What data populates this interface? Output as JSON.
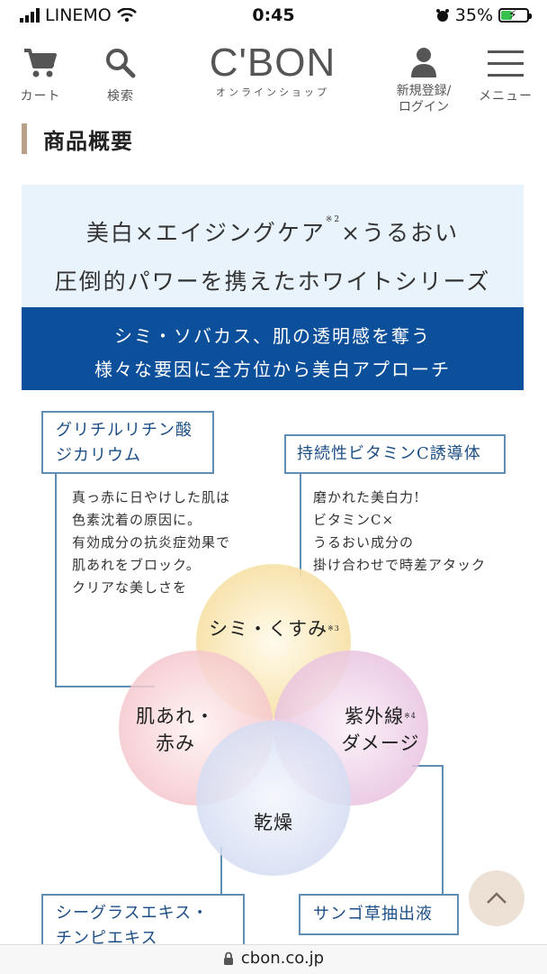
{
  "status_bar": {
    "carrier": "LINEMO",
    "time": "0:45",
    "battery": "35%"
  },
  "header": {
    "cart_label": "カート",
    "search_label": "検索",
    "logo_text": "C'BON",
    "logo_sub": "オンラインショップ",
    "register_label_1": "新規登録/",
    "register_label_2": "ログイン",
    "menu_label": "メニュー"
  },
  "section_title": "商品概要",
  "banner": {
    "line1_a": "美白×エイジングケア",
    "line1_note": "※2",
    "line1_b": "×うるおい",
    "line2": "圧倒的パワーを携えたホワイトシリーズ",
    "blue_line1": "シミ・ソバカス、肌の透明感を奪う",
    "blue_line2": "様々な要因に全方位から美白アプローチ"
  },
  "diagram": {
    "box1_l1": "グリチルリチン酸",
    "box1_l2": "ジカリウム",
    "box1_desc": [
      "真っ赤に日やけした肌は",
      "色素沈着の原因に。",
      "有効成分の抗炎症効果で",
      "肌あれをブロック。",
      "クリアな美しさを"
    ],
    "box2": "持続性ビタミンC誘導体",
    "box2_desc": [
      "磨かれた美白力!",
      "ビタミンC×",
      "うるおい成分の",
      "掛け合わせで時差アタック"
    ],
    "circle_top": "シミ・くすみ",
    "circle_top_note": "※3",
    "circle_left_l1": "肌あれ・",
    "circle_left_l2": "赤み",
    "circle_right_l1": "紫外線",
    "circle_right_note": "※4",
    "circle_right_l2": "ダメージ",
    "circle_bottom": "乾燥",
    "box3_l1": "シーグラスエキス・",
    "box3_l2": "チンピエキス",
    "box4": "サンゴ草抽出液"
  },
  "url": "cbon.co.jp",
  "colors": {
    "banner_blue": "#0c4f9b",
    "banner_light": "#e8f3fb",
    "box_border": "#5f8db4",
    "accent_bar": "#b9a08a"
  }
}
